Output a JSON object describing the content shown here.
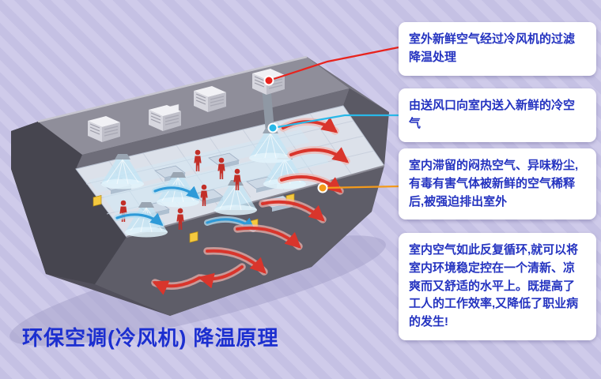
{
  "page": {
    "background_base": "#c5c1e4",
    "background_stripe": "#cfcbea"
  },
  "title": {
    "text": "环保空调(冷风机)  降温原理",
    "color": "#1c2fd0"
  },
  "callouts": [
    {
      "name": "outdoor-air-filtering",
      "text": "室外新鲜空气经过冷风机的过滤降温处理",
      "accent_color": "#e8231d"
    },
    {
      "name": "supply-vent",
      "text": "由送风口向室内送入新鲜的冷空气",
      "accent_color": "#29b8e8"
    },
    {
      "name": "exhaust-air",
      "text": "室内滞留的闷热空气、异味粉尘,有毒有害气体被新鲜的空气稀释后,被强迫排出室外",
      "accent_color": "#f39a1b"
    },
    {
      "name": "circulation-summary",
      "text": "室内空气如此反复循环,就可以将室内环境稳定控在一个清新、凉爽而又舒适的水平上。既提高了工人的工作效率,又降低了职业病的发生!"
    }
  ],
  "illustration": {
    "cool_air_color": "#c2e5f5",
    "supply_arrow_color": "#2f9ad8",
    "exhaust_arrow_color": "#d9352c",
    "worker_color": "#c22f28",
    "callout_text_color": "#2433c0"
  }
}
